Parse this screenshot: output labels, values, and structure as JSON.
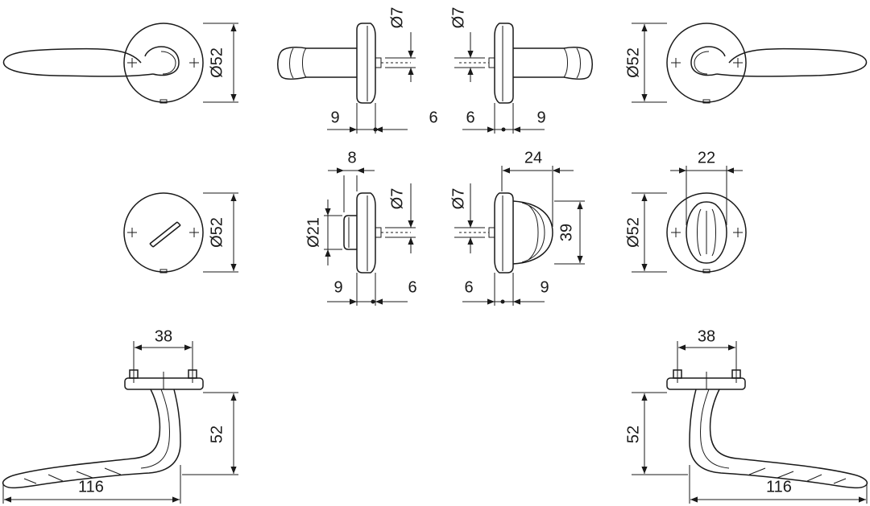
{
  "views": {
    "lever_rose_left": {
      "diameter": "Ø52"
    },
    "lever_side_left": {
      "spindle": "Ø7",
      "left": "9",
      "right": "6"
    },
    "lever_side_right": {
      "spindle": "Ø7",
      "left": "6",
      "right": "9"
    },
    "lever_rose_right": {
      "diameter": "Ø52"
    },
    "wc_rose_left": {
      "diameter": "Ø52"
    },
    "wc_side_left": {
      "width": "8",
      "knob": "Ø21",
      "spindle": "Ø7",
      "left": "9",
      "right": "6"
    },
    "wc_side_right": {
      "width": "24",
      "spindle": "Ø7",
      "height": "39",
      "left": "6",
      "right": "9"
    },
    "wc_turn_right": {
      "width": "22",
      "diameter": "Ø52"
    },
    "lever_top_left": {
      "spacing": "38",
      "height": "52",
      "length": "116"
    },
    "lever_top_right": {
      "spacing": "38",
      "height": "52",
      "length": "116"
    }
  }
}
